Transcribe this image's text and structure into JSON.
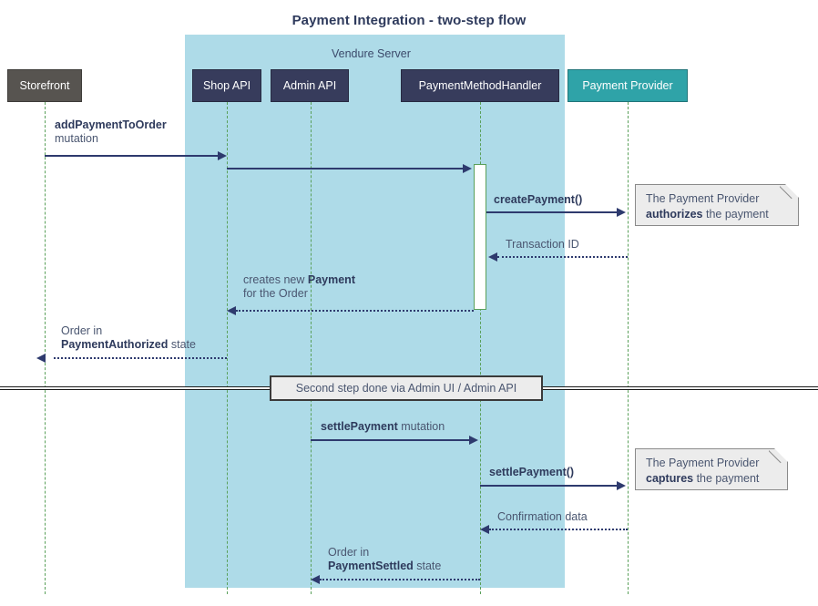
{
  "title": "Payment Integration - two-step flow",
  "group": {
    "label": "Vendure Server"
  },
  "participants": [
    {
      "name": "storefront",
      "label": "Storefront"
    },
    {
      "name": "shop-api",
      "label": "Shop API"
    },
    {
      "name": "admin-api",
      "label": "Admin API"
    },
    {
      "name": "payment-method-handler",
      "label": "PaymentMethodHandler"
    },
    {
      "name": "payment-provider",
      "label": "Payment Provider"
    }
  ],
  "messages": [
    {
      "name": "add-payment-to-order",
      "bold": "addPaymentToOrder",
      "rest": "",
      "line2_plain": "mutation",
      "from": "Storefront",
      "to": "Shop API",
      "style": "solid"
    },
    {
      "name": "shop-api-to-handler",
      "bold": "",
      "rest": "",
      "from": "Shop API",
      "to": "PaymentMethodHandler",
      "style": "solid"
    },
    {
      "name": "create-payment",
      "bold": "createPayment()",
      "rest": "",
      "from": "PaymentMethodHandler",
      "to": "Payment Provider",
      "style": "solid"
    },
    {
      "name": "transaction-id",
      "bold": "",
      "rest": "Transaction ID",
      "from": "Payment Provider",
      "to": "PaymentMethodHandler",
      "style": "dotted"
    },
    {
      "name": "creates-new-payment",
      "line1_pre": "creates new ",
      "line1_bold": "Payment",
      "line2_plain": "for the Order",
      "from": "PaymentMethodHandler",
      "to": "Shop API",
      "style": "dotted"
    },
    {
      "name": "order-payment-authorized",
      "line1_plain": "Order in",
      "line2_bold": "PaymentAuthorized",
      "line2_post": " state",
      "from": "Shop API",
      "to": "Storefront",
      "style": "dotted"
    },
    {
      "name": "settle-payment-mutation",
      "bold": "settlePayment",
      "rest": " mutation",
      "from": "Admin API",
      "to": "PaymentMethodHandler",
      "style": "solid"
    },
    {
      "name": "settle-payment-call",
      "bold": "settlePayment()",
      "rest": "",
      "from": "PaymentMethodHandler",
      "to": "Payment Provider",
      "style": "solid"
    },
    {
      "name": "confirmation-data",
      "bold": "",
      "rest": "Confirmation data",
      "from": "Payment Provider",
      "to": "PaymentMethodHandler",
      "style": "dotted"
    },
    {
      "name": "order-payment-settled",
      "line1_plain": "Order in",
      "line2_bold": "PaymentSettled",
      "line2_post": " state",
      "from": "PaymentMethodHandler",
      "to": "Admin API",
      "style": "dotted"
    }
  ],
  "notes": [
    {
      "name": "note-authorizes",
      "line1": "The Payment Provider",
      "line2_bold": "authorizes",
      "line2_rest": " the payment"
    },
    {
      "name": "note-captures",
      "line1": "The Payment Provider",
      "line2_bold": "captures",
      "line2_rest": " the payment"
    }
  ],
  "divider": {
    "label": "Second step done via Admin UI / Admin API"
  },
  "colors": {
    "group_band": "#aedbe8",
    "participant_dark": "#575450",
    "participant_navy": "#373c5c",
    "participant_teal": "#2fa3a8",
    "arrow": "#2e3a6e",
    "lifeline": "#5aa05a",
    "note_bg": "#ececec",
    "title": "#2e3a5c"
  }
}
